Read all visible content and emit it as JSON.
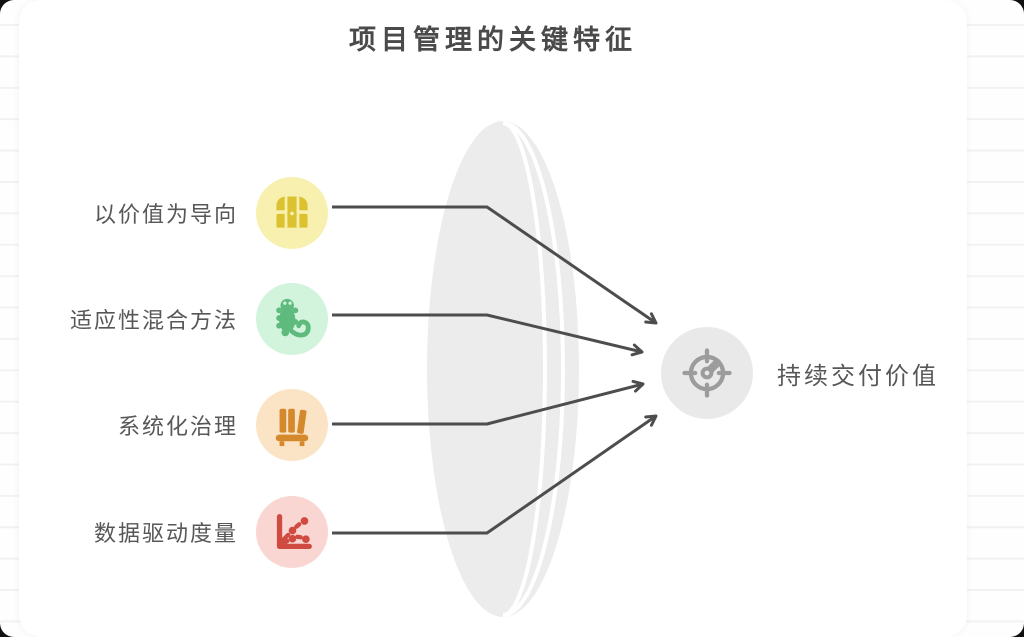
{
  "title": "项目管理的关键特征",
  "features": [
    {
      "label": "以价值为导向",
      "icon": "treasure-chest-icon",
      "bg": "#f8f0ae",
      "fg": "#dcc231"
    },
    {
      "label": "适应性混合方法",
      "icon": "lizard-icon",
      "bg": "#d2f3dc",
      "fg": "#5eba7d"
    },
    {
      "label": "系统化治理",
      "icon": "bookshelf-icon",
      "bg": "#fbe4c5",
      "fg": "#d5892d"
    },
    {
      "label": "数据驱动度量",
      "icon": "chart-icon",
      "bg": "#f9d6d1",
      "fg": "#cf4b42"
    }
  ],
  "outcome": {
    "label": "持续交付价值",
    "icon": "gauge-icon",
    "bg": "#e9e9e9",
    "fg": "#9c9c9c"
  },
  "palette": {
    "arrow": "#4d4d4d",
    "lens": "#ececec",
    "title_color": "#4a4a4a",
    "label_color": "#575757"
  }
}
